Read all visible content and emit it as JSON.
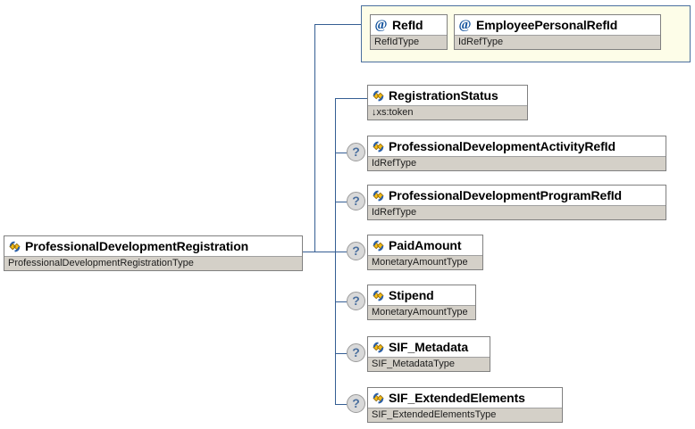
{
  "diagram": {
    "title": "ProfessionalDevelopmentRegistration schema diagram",
    "accent_color": "#355e93",
    "attribute_panel_color": "#fdfde8",
    "type_row_color": "#d4d0c8"
  },
  "root": {
    "name": "ProfessionalDevelopmentRegistration",
    "type": "ProfessionalDevelopmentRegistrationType",
    "icon": "element-icon"
  },
  "attributes": {
    "icon": "attribute-icon",
    "items": [
      {
        "name": "RefId",
        "type": "RefIdType",
        "icon": "attribute-icon"
      },
      {
        "name": "EmployeePersonalRefId",
        "type": "IdRefType",
        "icon": "attribute-icon"
      }
    ]
  },
  "children": [
    {
      "name": "RegistrationStatus",
      "type": "xs:token",
      "type_prefix": "↓",
      "optional": false,
      "icon": "element-icon"
    },
    {
      "name": "ProfessionalDevelopmentActivityRefId",
      "type": "IdRefType",
      "type_prefix": "",
      "optional": true,
      "optional_marker": "?",
      "icon": "element-icon"
    },
    {
      "name": "ProfessionalDevelopmentProgramRefId",
      "type": "IdRefType",
      "type_prefix": "",
      "optional": true,
      "optional_marker": "?",
      "icon": "element-icon"
    },
    {
      "name": "PaidAmount",
      "type": "MonetaryAmountType",
      "type_prefix": "",
      "optional": true,
      "optional_marker": "?",
      "icon": "element-icon"
    },
    {
      "name": "Stipend",
      "type": "MonetaryAmountType",
      "type_prefix": "",
      "optional": true,
      "optional_marker": "?",
      "icon": "element-icon"
    },
    {
      "name": "SIF_Metadata",
      "type": "SIF_MetadataType",
      "type_prefix": "",
      "optional": true,
      "optional_marker": "?",
      "icon": "element-icon"
    },
    {
      "name": "SIF_ExtendedElements",
      "type": "SIF_ExtendedElementsType",
      "type_prefix": "",
      "optional": true,
      "optional_marker": "?",
      "icon": "element-icon"
    }
  ]
}
